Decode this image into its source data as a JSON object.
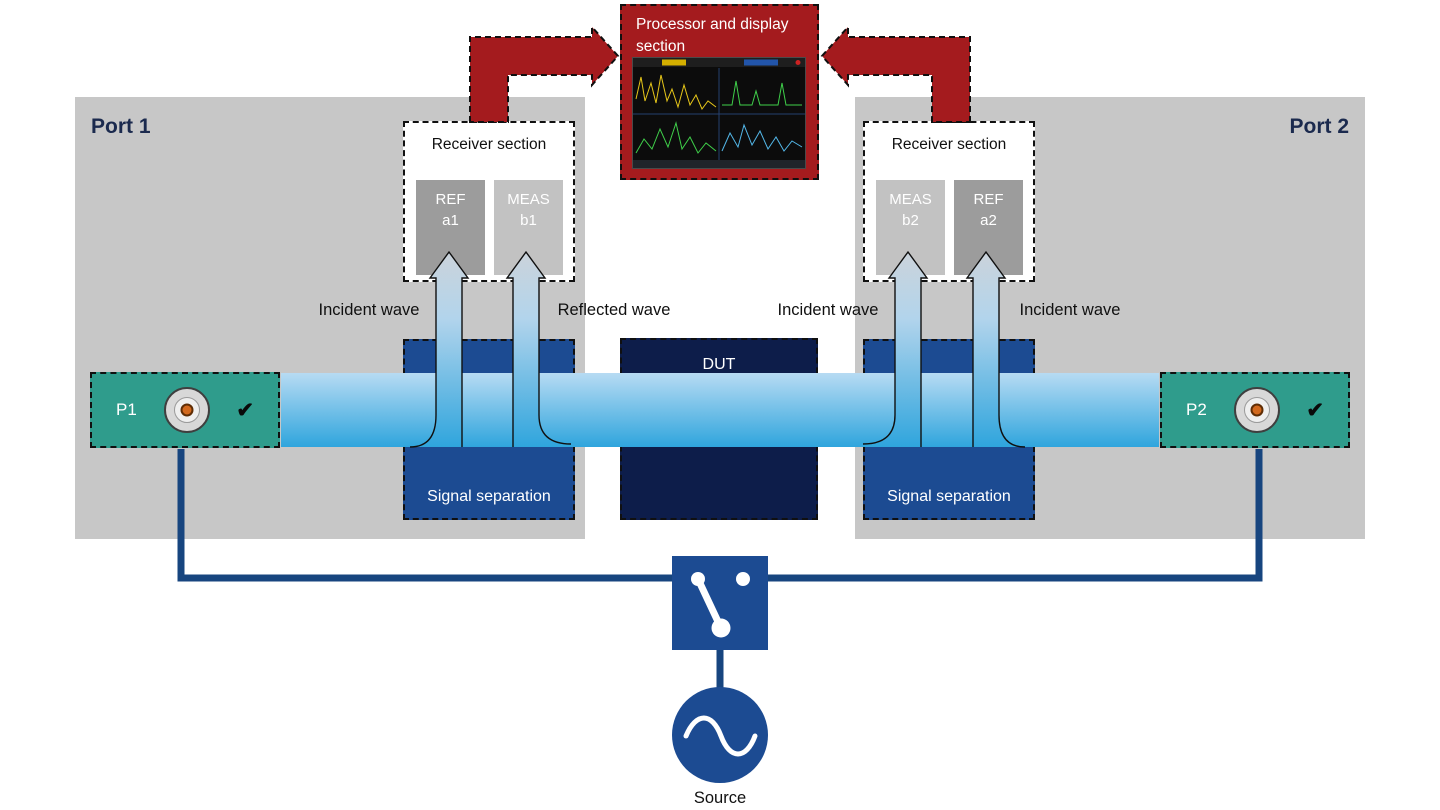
{
  "colors": {
    "panel-gray": "#c7c7c7",
    "red": "#a41b1e",
    "navy": "#1c4b92",
    "line-navy": "#17457f",
    "dark-navy": "#0d1d4a",
    "teal": "#2f9c8c",
    "ref-gray": "#9c9c9c",
    "meas-gray": "#c2c2c2",
    "band-top": "#b7dbf3",
    "band-bottom": "#2fa5dd",
    "pipe-top": "#ccd3da",
    "text-dark": "#1b2a4e"
  },
  "processor": {
    "title": "Processor and display section"
  },
  "port1": {
    "label": "Port 1",
    "receiver": {
      "title": "Receiver section",
      "ref": {
        "line1": "REF",
        "line2": "a1"
      },
      "meas": {
        "line1": "MEAS",
        "line2": "b1"
      }
    },
    "signal_separation": "Signal separation",
    "connector": {
      "label": "P1",
      "check": "✔"
    }
  },
  "port2": {
    "label": "Port 2",
    "receiver": {
      "title": "Receiver section",
      "meas": {
        "line1": "MEAS",
        "line2": "b2"
      },
      "ref": {
        "line1": "REF",
        "line2": "a2"
      }
    },
    "signal_separation": "Signal separation",
    "connector": {
      "label": "P2",
      "check": "✔"
    }
  },
  "waves": {
    "left_incident": "Incident wave",
    "left_reflected": "Reflected wave",
    "right_incident_1": "Incident wave",
    "right_incident_2": "Incident wave"
  },
  "dut": {
    "label": "DUT"
  },
  "source": {
    "label": "Source"
  }
}
